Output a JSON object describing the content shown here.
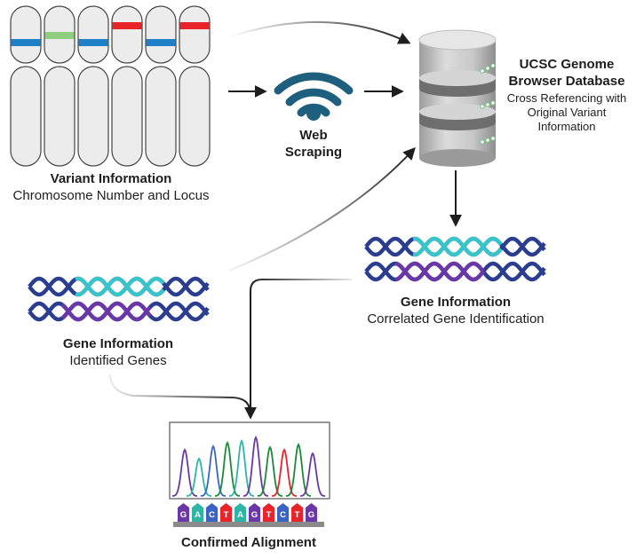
{
  "colors": {
    "dark_blue": "#2a3d8f",
    "teal": "#38c4c8",
    "purple": "#6a37a6",
    "chrom_blue": "#1f7fc7",
    "chrom_green": "#8fce7e",
    "chrom_red": "#e8232a",
    "wifi": "#1f5f7e",
    "db": "#b9b9b9"
  },
  "variant": {
    "title": "Variant Information",
    "subtitle": "Chromosome Number and Locus"
  },
  "scraping": {
    "label_line1": "Web",
    "label_line2": "Scraping"
  },
  "database": {
    "title_line1": "UCSC Genome",
    "title_line2": "Browser Database",
    "desc_line1": "Cross Referencing with",
    "desc_line2": "Original Variant",
    "desc_line3": "Information"
  },
  "gene_right": {
    "title": "Gene Information",
    "subtitle": "Correlated Gene Identification"
  },
  "gene_left": {
    "title": "Gene Information",
    "subtitle": "Identified Genes"
  },
  "alignment": {
    "title": "Confirmed Alignment",
    "bases": [
      "G",
      "A",
      "C",
      "T",
      "A",
      "G",
      "T",
      "C",
      "T",
      "G"
    ]
  }
}
